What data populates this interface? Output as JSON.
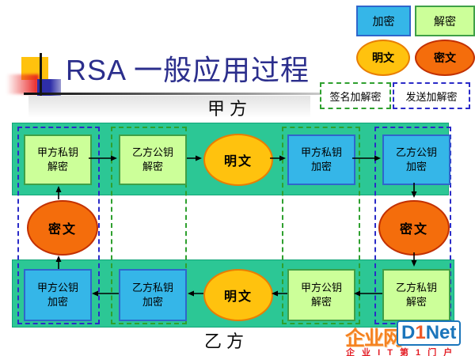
{
  "slide": {
    "title": "RSA 一般应用过程",
    "party_top": "甲方",
    "party_bottom": "乙方"
  },
  "legend": {
    "encrypt_label": "加密",
    "decrypt_label": "解密",
    "plaintext_label": "明文",
    "ciphertext_label": "密文",
    "sign_group_label": "签名加解密",
    "send_group_label": "发送加解密"
  },
  "diagram": {
    "top_row": {
      "box1": {
        "line1": "甲方私钥",
        "line2": "解密"
      },
      "box2": {
        "line1": "乙方公钥",
        "line2": "解密"
      },
      "ellipse": "明文",
      "box3": {
        "line1": "甲方私钥",
        "line2": "加密"
      },
      "box4": {
        "line1": "乙方公钥",
        "line2": "加密"
      }
    },
    "bottom_row": {
      "box1": {
        "line1": "甲方公钥",
        "line2": "加密"
      },
      "box2": {
        "line1": "乙方私钥",
        "line2": "加密"
      },
      "ellipse": "明文",
      "box3": {
        "line1": "甲方公钥",
        "line2": "解密"
      },
      "box4": {
        "line1": "乙方私钥",
        "line2": "解密"
      }
    },
    "left_ellipse": "密文",
    "right_ellipse": "密文"
  },
  "watermark": {
    "logo_cn": "企业网",
    "logo_d": "D",
    "logo_1": "1",
    "logo_net": "Net",
    "tagline": "企 业 I T 第 1 门 户"
  },
  "colors": {
    "band_teal": "#2CC795",
    "encrypt_blue_fill": "#35B6E8",
    "encrypt_blue_border": "#2F66CC",
    "decrypt_green_fill": "#CCFF99",
    "decrypt_green_border": "#3FA047",
    "plaintext_yellow_fill": "#FFC20E",
    "plaintext_yellow_border": "#E87E04",
    "ciphertext_orange_fill": "#F46D0C",
    "ciphertext_orange_border": "#C23000",
    "sign_dash_green": "#2FA02F",
    "send_dash_blue": "#2B2BC8",
    "title_navy": "#2B2E8C",
    "watermark_orange": "#F58220",
    "watermark_blue": "#1B75BB",
    "watermark_red": "#E31B23"
  }
}
